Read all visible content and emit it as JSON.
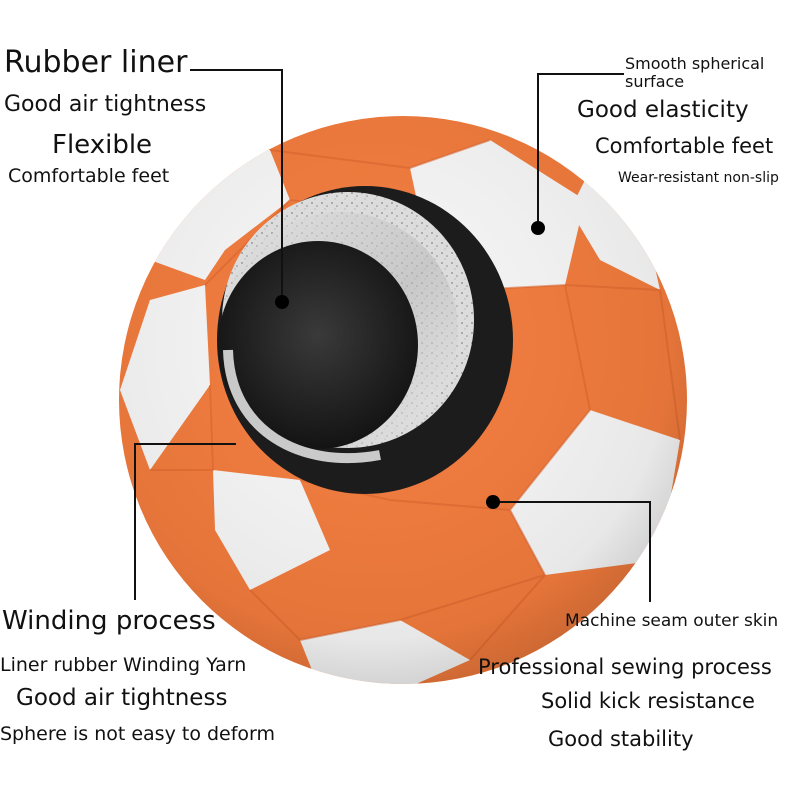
{
  "colors": {
    "ball_orange": "#f07a3c",
    "ball_orange_dark": "#d8622a",
    "ball_white": "#f4f4f4",
    "liner_black": "#1c1c1c",
    "leader_line": "#111111"
  },
  "callouts": {
    "rubber_liner": {
      "title": "Rubber liner",
      "features": [
        "Good air tightness",
        "Flexible",
        "Comfortable feet"
      ]
    },
    "smooth_surface": {
      "title_line1": "Smooth spherical",
      "title_line2": "surface",
      "features": [
        "Good elasticity",
        "Comfortable feet",
        "Wear-resistant non-slip"
      ]
    },
    "winding_process": {
      "title": "Winding process",
      "features": [
        "Liner rubber Winding Yarn",
        "Good air tightness",
        "Sphere is not easy to deform"
      ]
    },
    "machine_seam": {
      "title": "Machine seam outer skin",
      "features": [
        "Professional sewing process",
        "Solid kick resistance",
        "Good stability"
      ]
    }
  }
}
